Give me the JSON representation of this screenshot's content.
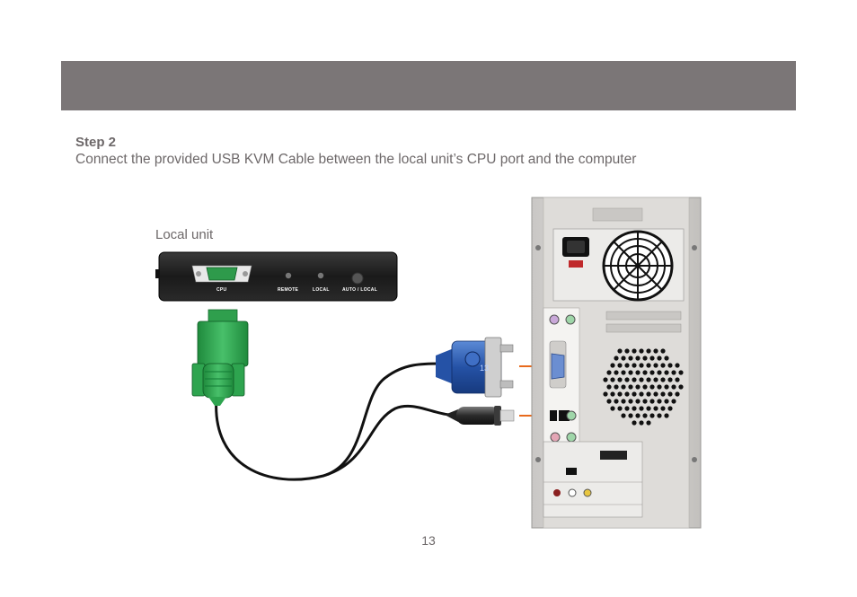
{
  "header": {
    "bar_color": "#7b7677"
  },
  "step": {
    "title": "Step 2",
    "description": "Connect the provided USB KVM Cable between the local unit’s CPU port and the computer"
  },
  "diagram": {
    "local_unit_label": "Local unit",
    "ports": {
      "cpu": "CPU",
      "remote": "REMOTE",
      "local": "LOCAL",
      "auto_local": "AUTO / LOCAL"
    },
    "connector_text": "13",
    "icons": [
      "vga-connector-green",
      "vga-connector-blue",
      "usb-plug",
      "computer-tower",
      "power-socket",
      "fan-grille"
    ],
    "colors": {
      "local_unit_body": "#1e1e1e",
      "green_connector": "#33a852",
      "blue_connector": "#2f5fb0",
      "indicator_line": "#e86a1c"
    }
  },
  "footer": {
    "page_number": "13"
  }
}
